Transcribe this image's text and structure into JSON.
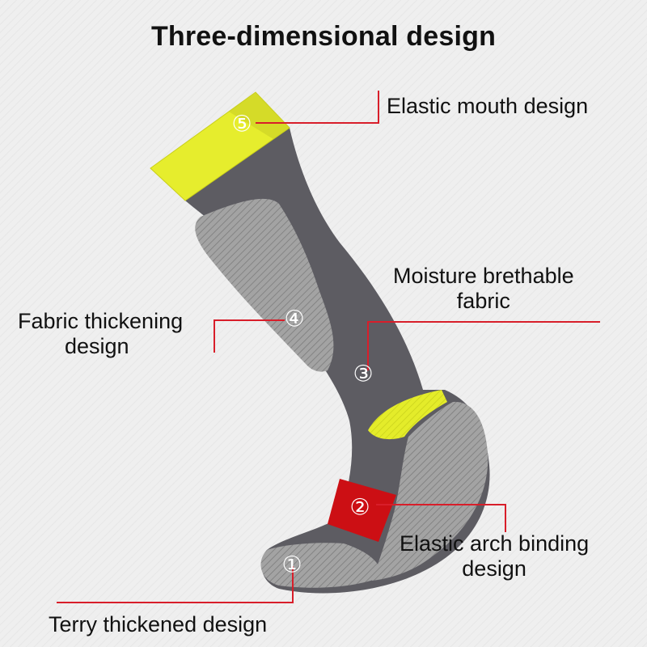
{
  "title": "Three-dimensional design",
  "callouts": [
    {
      "number": "⑤",
      "lines": [
        "Elastic mouth design"
      ]
    },
    {
      "number": "③",
      "lines": [
        "Moisture brethable",
        "fabric"
      ]
    },
    {
      "number": "④",
      "lines": [
        "Fabric thickening",
        "design"
      ]
    },
    {
      "number": "②",
      "lines": [
        "Elastic arch binding",
        "design"
      ]
    },
    {
      "number": "①",
      "lines": [
        "Terry thickened design"
      ]
    }
  ],
  "colors": {
    "background": "#efefef",
    "sock_body": "#5d5c62",
    "terry_zone": "#9a9a9a",
    "cuff_yellow": "#e8ef2e",
    "arch_band": "#cc0f14",
    "leader_line": "#d81e2a"
  }
}
